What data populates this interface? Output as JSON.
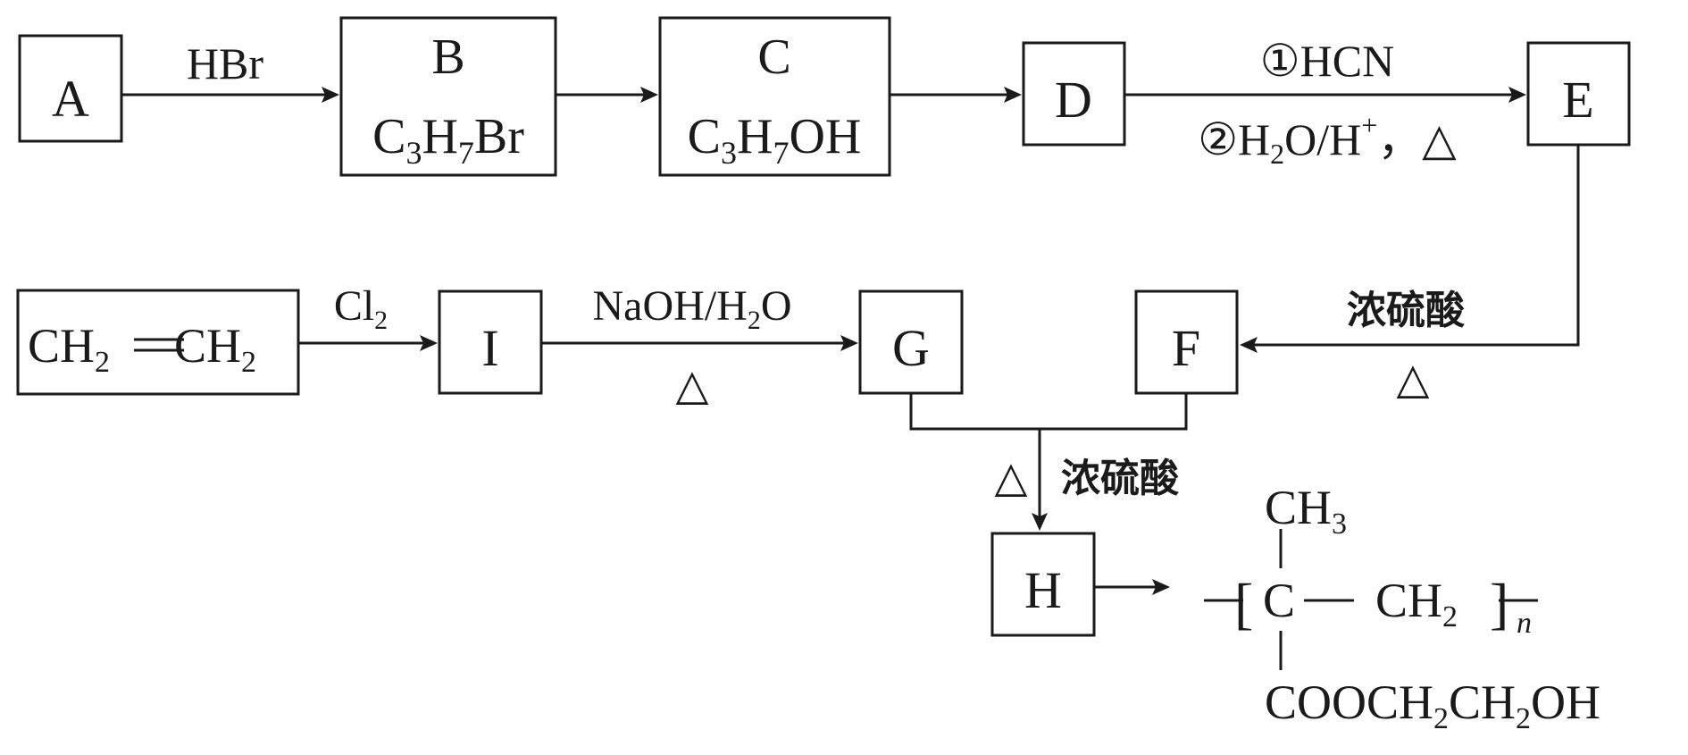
{
  "nodes": {
    "A": {
      "letter": "A"
    },
    "B": {
      "letter": "B",
      "formula": [
        "C",
        "3",
        "H",
        "7",
        "Br"
      ]
    },
    "C": {
      "letter": "C",
      "formula": [
        "C",
        "3",
        "H",
        "7",
        "OH"
      ]
    },
    "D": {
      "letter": "D"
    },
    "E": {
      "letter": "E"
    },
    "ethylene": {
      "part1": "CH",
      "sub1": "2",
      "part2": "CH",
      "sub2": "2"
    },
    "I": {
      "letter": "I"
    },
    "G": {
      "letter": "G"
    },
    "F": {
      "letter": "F"
    },
    "H": {
      "letter": "H"
    }
  },
  "reagents": {
    "a_to_b": "HBr",
    "d_to_e_step1": "①HCN",
    "d_to_e_step2": {
      "a": "②H",
      "sub": "2",
      "b": "O/H",
      "sup": "+",
      "c": "，△"
    },
    "ethylene_to_i": {
      "a": "Cl",
      "sub": "2"
    },
    "i_to_g": {
      "a": "NaOH/H",
      "sub": "2",
      "b": "O"
    },
    "i_to_g_heat": "△",
    "e_to_f": "浓硫酸",
    "e_to_f_heat": "△",
    "gf_to_h_heat": "△",
    "gf_to_h": "浓硫酸"
  },
  "polymer": {
    "ch3": {
      "a": "CH",
      "sub": "3"
    },
    "bracket_open": "[",
    "carbon": "C",
    "ch2": {
      "a": "CH",
      "sub": "2"
    },
    "bracket_close": "]",
    "n": "n",
    "ester": {
      "a": "COOCH",
      "sub1": "2",
      "b": "CH",
      "sub2": "2",
      "c": "OH"
    }
  }
}
